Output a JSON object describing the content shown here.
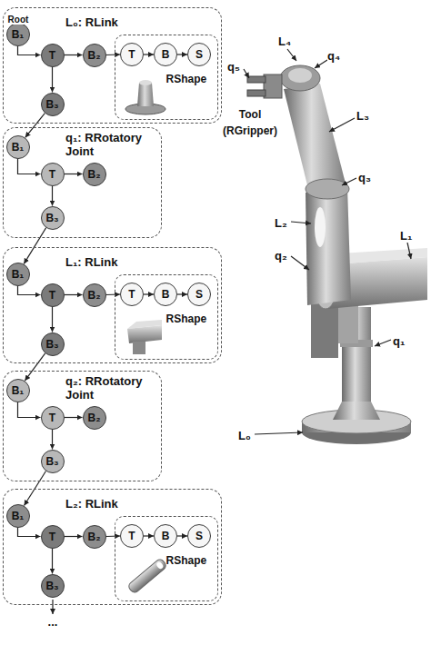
{
  "diagram": {
    "nodes": [
      {
        "text": [
          "L₀: RLink"
        ]
      },
      {
        "text": [
          "B₁"
        ],
        "in": 0
      },
      {
        "text": [
          "T"
        ],
        "in": 0
      },
      {
        "text": [
          "B₂"
        ],
        "in": 0
      },
      {
        "text": [
          "B₃"
        ],
        "in": 0
      },
      {
        "text": [
          "RShape"
        ],
        "in": 0
      },
      {
        "text": [
          "T"
        ],
        "in": 5
      },
      {
        "text": [
          "B"
        ],
        "in": 5
      },
      {
        "text": [
          "S"
        ],
        "in": 5
      },
      {
        "text": [
          "q₁: RRotatory Joint"
        ]
      },
      {
        "text": [
          "B₁"
        ],
        "in": 9
      },
      {
        "text": [
          "T"
        ],
        "in": 9
      },
      {
        "text": [
          "B₂"
        ],
        "in": 9
      },
      {
        "text": [
          "B₃"
        ],
        "in": 9
      },
      {
        "text": [
          "L₁: RLink"
        ]
      },
      {
        "text": [
          "B₁"
        ],
        "in": 14
      },
      {
        "text": [
          "T"
        ],
        "in": 14
      },
      {
        "text": [
          "B₂"
        ],
        "in": 14
      },
      {
        "text": [
          "B₃"
        ],
        "in": 14
      },
      {
        "text": [
          "RShape"
        ],
        "in": 14
      },
      {
        "text": [
          "T"
        ],
        "in": 19
      },
      {
        "text": [
          "B"
        ],
        "in": 19
      },
      {
        "text": [
          "S"
        ],
        "in": 19
      },
      {
        "text": [
          "q₂: RRotatory Joint"
        ]
      },
      {
        "text": [
          "B₁"
        ],
        "in": 23
      },
      {
        "text": [
          "T"
        ],
        "in": 23
      },
      {
        "text": [
          "B₂"
        ],
        "in": 23
      },
      {
        "text": [
          "B₃"
        ],
        "in": 23
      },
      {
        "text": [
          "L₂: RLink"
        ]
      },
      {
        "text": [
          "B₁"
        ],
        "in": 28
      },
      {
        "text": [
          "T"
        ],
        "in": 28
      },
      {
        "text": [
          "B₂"
        ],
        "in": 28
      },
      {
        "text": [
          "B₃"
        ],
        "in": 28
      },
      {
        "text": [
          "RShape"
        ],
        "in": 28
      },
      {
        "text": [
          "T"
        ],
        "in": 33
      },
      {
        "text": [
          "B"
        ],
        "in": 33
      },
      {
        "text": [
          "S"
        ],
        "in": 33
      }
    ],
    "edges": [
      {
        "from": 1,
        "to": 2,
        "arrow": "to"
      },
      {
        "from": 2,
        "to": 3,
        "arrow": "to"
      },
      {
        "from": 2,
        "to": 4,
        "arrow": "to"
      },
      {
        "from": 3,
        "to": 6,
        "arrow": "to"
      },
      {
        "from": 6,
        "to": 7,
        "arrow": "to"
      },
      {
        "from": 7,
        "to": 8,
        "arrow": "to"
      },
      {
        "from": 4,
        "to": 10,
        "arrow": "to"
      },
      {
        "from": 10,
        "to": 11,
        "arrow": "to"
      },
      {
        "from": 11,
        "to": 12,
        "arrow": "to"
      },
      {
        "from": 11,
        "to": 13,
        "arrow": "to"
      },
      {
        "from": 13,
        "to": 15,
        "arrow": "to"
      },
      {
        "from": 15,
        "to": 16,
        "arrow": "to"
      },
      {
        "from": 16,
        "to": 17,
        "arrow": "to"
      },
      {
        "from": 16,
        "to": 18,
        "arrow": "to"
      },
      {
        "from": 17,
        "to": 20,
        "arrow": "to"
      },
      {
        "from": 20,
        "to": 21,
        "arrow": "to"
      },
      {
        "from": 21,
        "to": 22,
        "arrow": "to"
      },
      {
        "from": 18,
        "to": 24,
        "arrow": "to"
      },
      {
        "from": 24,
        "to": 25,
        "arrow": "to"
      },
      {
        "from": 25,
        "to": 26,
        "arrow": "to"
      },
      {
        "from": 25,
        "to": 27,
        "arrow": "to"
      },
      {
        "from": 27,
        "to": 29,
        "arrow": "to"
      },
      {
        "from": 29,
        "to": 30,
        "arrow": "to"
      },
      {
        "from": 30,
        "to": 31,
        "arrow": "to"
      },
      {
        "from": 30,
        "to": 32,
        "arrow": "to"
      },
      {
        "from": 31,
        "to": 34,
        "arrow": "to"
      },
      {
        "from": 34,
        "to": 35,
        "arrow": "to"
      },
      {
        "from": 35,
        "to": 36,
        "arrow": "to"
      }
    ],
    "labels": [
      "Root",
      "L₄",
      "q₅",
      "q₄",
      "L₃",
      "q₃",
      "Tool (RGripper)",
      "L₂",
      "q₂",
      "L₁",
      "q₁",
      "L₀",
      "..."
    ]
  }
}
